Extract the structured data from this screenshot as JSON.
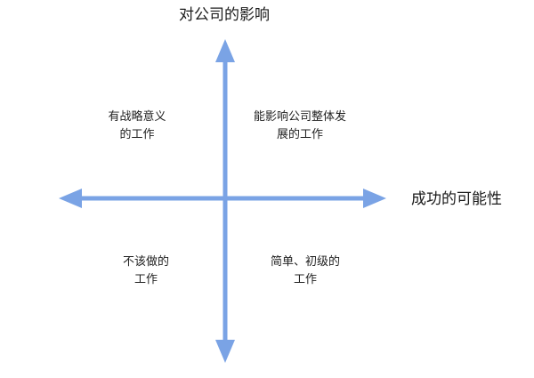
{
  "axes": {
    "y_label": "对公司的影响",
    "x_label": "成功的可能性",
    "color": "#7aa3e5"
  },
  "quadrants": {
    "top_left": [
      "有战略意义",
      "的工作"
    ],
    "top_right": [
      "能影响公司整体发",
      "展的工作"
    ],
    "bottom_left": [
      "不该做的",
      "工作"
    ],
    "bottom_right": [
      "简单、初级的",
      "工作"
    ]
  }
}
